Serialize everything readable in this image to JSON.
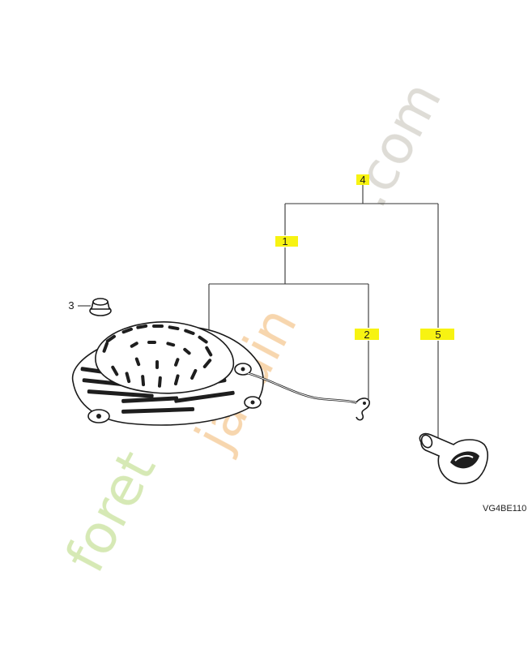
{
  "diagram": {
    "callouts": [
      {
        "id": "1",
        "label": "1"
      },
      {
        "id": "2",
        "label": "2"
      },
      {
        "id": "3",
        "label": "3"
      },
      {
        "id": "4",
        "label": "4"
      },
      {
        "id": "5",
        "label": "5"
      }
    ],
    "figure_code": "VG4BE110",
    "highlight_color": "#f7f312"
  },
  "watermark": {
    "text": "foretjardin.com",
    "colors": [
      "#cfe5a8",
      "#f6cfa0",
      "#d8d6cf"
    ]
  }
}
